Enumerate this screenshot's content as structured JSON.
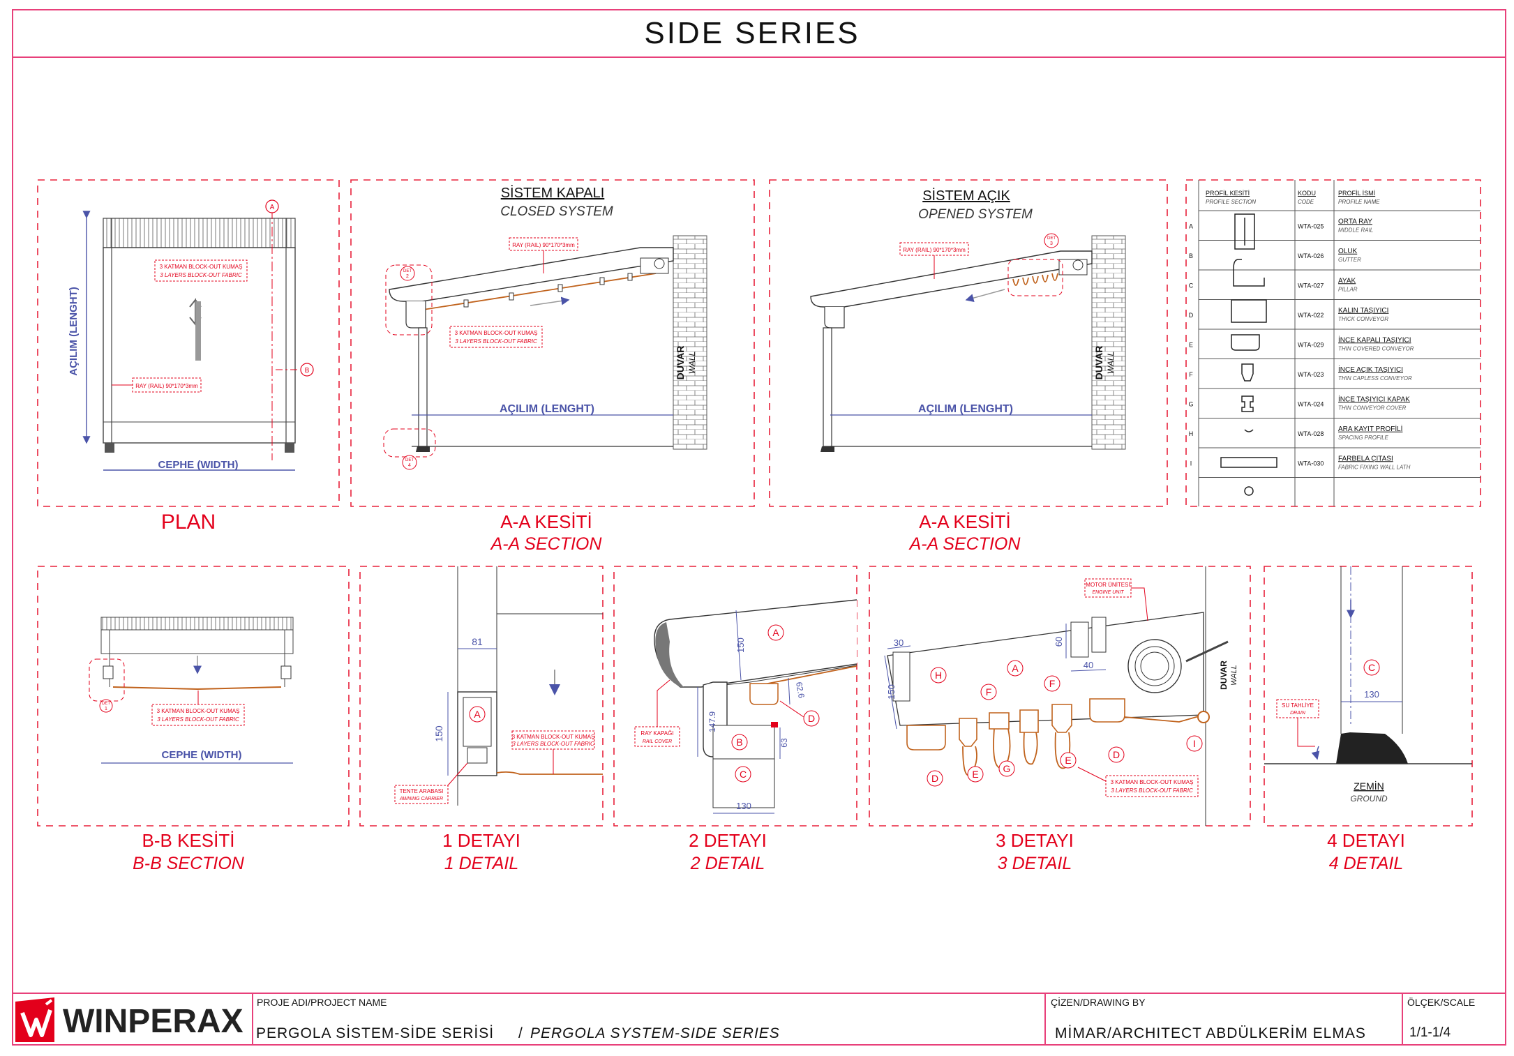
{
  "sheet_title": "SIDE SERIES",
  "colors": {
    "frame": "#e8407a",
    "dash": "#e8203a",
    "label_red": "#e3001b",
    "dim_blue": "#4a53a8",
    "fabric": "#c0621c",
    "line": "#222222"
  },
  "plan": {
    "title": "PLAN",
    "opening": "AÇILIM (LENGHT)",
    "width": "CEPHE (WIDTH)",
    "fabric_tr": "3 KATMAN BLOCK-OUT KUMAŞ",
    "fabric_en": "3 LAYERS BLOCK-OUT FABRIC",
    "rail": "RAY (RAIL) 90*170*3mm",
    "cut_a": "A",
    "cut_b": "B"
  },
  "closed": {
    "heading_tr": "SİSTEM KAPALI",
    "heading_en": "CLOSED SYSTEM",
    "title_tr": "A-A KESİTİ",
    "title_en": "A-A SECTION",
    "rail": "RAY (RAIL) 90*170*3mm",
    "fabric_tr": "3 KATMAN BLOCK-OUT KUMAŞ",
    "fabric_en": "3 LAYERS BLOCK-OUT FABRIC",
    "opening": "AÇILIM (LENGHT)",
    "wall_tr": "DUVAR",
    "wall_en": "WALL",
    "det_top": "DET",
    "det_top_no": "2",
    "det_bot": "DET",
    "det_bot_no": "4"
  },
  "open": {
    "heading_tr": "SİSTEM AÇIK",
    "heading_en": "OPENED SYSTEM",
    "title_tr": "A-A KESİTİ",
    "title_en": "A-A SECTION",
    "rail": "RAY (RAIL) 90*170*3mm",
    "opening": "AÇILIM (LENGHT)",
    "wall_tr": "DUVAR",
    "wall_en": "WALL",
    "det": "DET",
    "det_no": "3"
  },
  "profiles": {
    "headers": {
      "section_tr": "PROFİL KESİTİ",
      "section_en": "PROFILE SECTION",
      "code_tr": "KODU",
      "code_en": "CODE",
      "name_tr": "PROFİL İSMİ",
      "name_en": "PROFILE NAME"
    },
    "rows": [
      {
        "letter": "A",
        "code": "WTA-025",
        "name_tr": "ORTA RAY",
        "name_en": "MIDDLE RAIL"
      },
      {
        "letter": "B",
        "code": "WTA-026",
        "name_tr": "OLUK",
        "name_en": "GUTTER"
      },
      {
        "letter": "C",
        "code": "WTA-027",
        "name_tr": "AYAK",
        "name_en": "PILLAR"
      },
      {
        "letter": "D",
        "code": "WTA-022",
        "name_tr": "KALIN TAŞIYICI",
        "name_en": "THICK CONVEYOR"
      },
      {
        "letter": "E",
        "code": "WTA-029",
        "name_tr": "İNCE KAPALI TAŞIYICI",
        "name_en": "THIN COVERED CONVEYOR"
      },
      {
        "letter": "F",
        "code": "WTA-023",
        "name_tr": "İNCE AÇIK TAŞIYICI",
        "name_en": "THIN CAPLESS CONVEYOR"
      },
      {
        "letter": "G",
        "code": "WTA-024",
        "name_tr": "İNCE TAŞIYICI KAPAK",
        "name_en": "THIN CONVEYOR COVER"
      },
      {
        "letter": "H",
        "code": "WTA-028",
        "name_tr": "ARA KAYIT PROFİLİ",
        "name_en": "SPACING PROFILE"
      },
      {
        "letter": "I",
        "code": "WTA-030",
        "name_tr": "FARBELA ÇITASI",
        "name_en": "FABRIC FIXING WALL LATH"
      }
    ]
  },
  "bb": {
    "title_tr": "B-B KESİTİ",
    "title_en": "B-B SECTION",
    "fabric_tr": "3 KATMAN BLOCK-OUT KUMAŞ",
    "fabric_en": "3 LAYERS BLOCK-OUT FABRIC",
    "width": "CEPHE (WIDTH)",
    "det": "DET",
    "det_no": "1"
  },
  "d1": {
    "title_tr": "1 DETAYI",
    "title_en": "1 DETAIL",
    "dim_w": "81",
    "dim_h": "150",
    "tag": "A",
    "fabric_tr": "3 KATMAN BLOCK-OUT KUMAŞ",
    "fabric_en": "3 LAYERS BLOCK-OUT FABRIC",
    "carrier_tr": "TENTE ARABASI",
    "carrier_en": "AWNING CARRIER"
  },
  "d2": {
    "title_tr": "2 DETAYI",
    "title_en": "2 DETAIL",
    "tag_a": "A",
    "tag_b": "B",
    "tag_c": "C",
    "tag_d": "D",
    "dim_150": "150",
    "dim_626": "62.6",
    "dim_1479": "147.9",
    "dim_63": "63",
    "dim_130": "130",
    "cover_tr": "RAY KAPAĞI",
    "cover_en": "RAIL COVER"
  },
  "d3": {
    "title_tr": "3 DETAYI",
    "title_en": "3 DETAIL",
    "motor_tr": "MOTOR ÜNİTESİ",
    "motor_en": "ENGINE UNIT",
    "dim_30": "30",
    "dim_150": "150",
    "dim_60": "60",
    "dim_40": "40",
    "wall_tr": "DUVAR",
    "wall_en": "WALL",
    "tag_h": "H",
    "tag_a": "A",
    "tag_f1": "F",
    "tag_f2": "F",
    "tag_i": "I",
    "tag_d1": "D",
    "tag_e1": "E",
    "tag_g": "G",
    "tag_e2": "E",
    "tag_d2": "D",
    "fabric_tr": "3 KATMAN BLOCK-OUT KUMAŞ",
    "fabric_en": "3 LAYERS BLOCK-OUT FABRIC"
  },
  "d4": {
    "title_tr": "4 DETAYI",
    "title_en": "4 DETAIL",
    "tag": "C",
    "dim": "130",
    "drain_tr": "SU TAHLİYE",
    "drain_en": "DRAIN",
    "ground_tr": "ZEMİN",
    "ground_en": "GROUND"
  },
  "footer": {
    "brand": "WINPERAX",
    "project_label": "PROJE ADI/PROJECT NAME",
    "project_tr": "PERGOLA SİSTEM-SİDE SERİSİ",
    "project_sep": "/",
    "project_en": "PERGOLA SYSTEM-SIDE SERIES",
    "drawn_label": "ÇİZEN/DRAWING BY",
    "drawn_by": "MİMAR/ARCHITECT ABDÜLKERİM ELMAS",
    "scale_label": "ÖLÇEK/SCALE",
    "scale": "1/1-1/4"
  }
}
